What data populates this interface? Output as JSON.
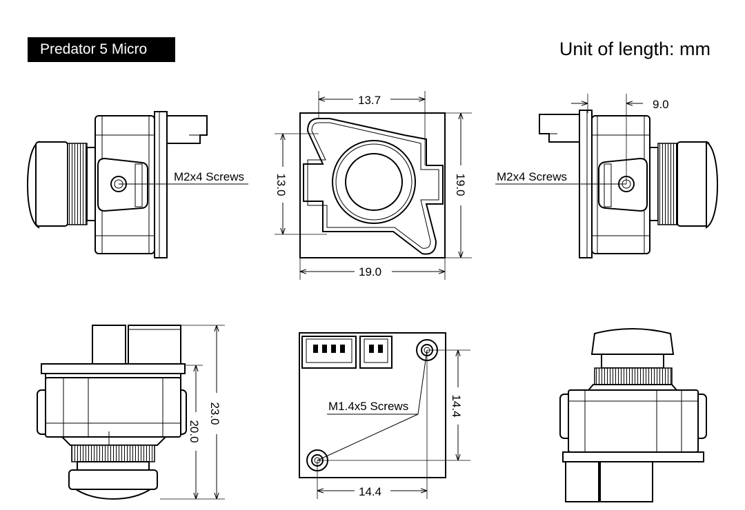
{
  "title": "Predator 5 Micro",
  "units_label": "Unit of length: mm",
  "labels": {
    "screws_left": "M2x4 Screws",
    "screws_right": "M2x4 Screws",
    "screws_back": "M1.4x5 Screws"
  },
  "dimensions": {
    "front_width_top": "13.7",
    "front_height_inner": "13.0",
    "front_height_outer": "19.0",
    "front_width_bottom": "19.0",
    "right_offset": "9.0",
    "bottom_height_total": "23.0",
    "bottom_height_inner": "20.0",
    "back_hole_vertical": "14.4",
    "back_hole_horizontal": "14.4"
  }
}
